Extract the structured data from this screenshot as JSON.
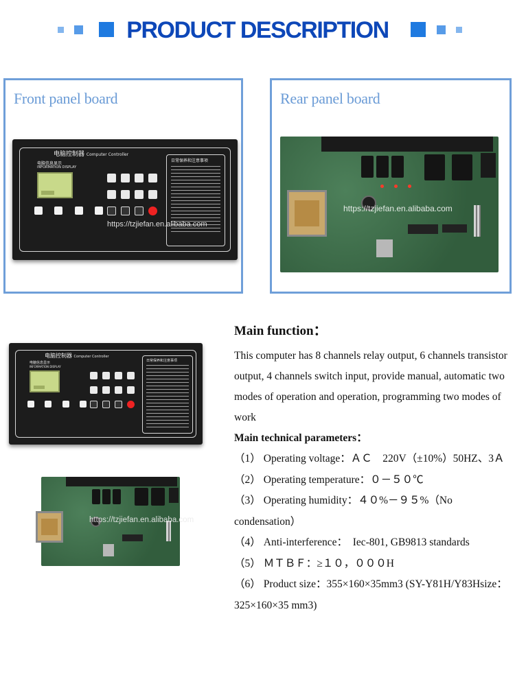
{
  "header": {
    "title": "PRODUCT DESCRIPTION",
    "accent_color": "#1f7ae0",
    "title_color": "#0d47b8"
  },
  "panels": [
    {
      "caption": "Front panel board",
      "caption_color": "#6a9bd6",
      "frame_color": "#6f9fd9"
    },
    {
      "caption": "Rear panel board",
      "caption_color": "#6a9bd6",
      "frame_color": "#6f9fd9"
    }
  ],
  "controller": {
    "title_cn": "电脑控制器",
    "title_en": "Computer Controller",
    "display_cn": "电脑信息显示",
    "display_en": "INFORMATION DISPLAY",
    "notes_title": "日常保养和注意事项"
  },
  "watermark": "https://tzjiefan.en.alibaba.com",
  "main_function": {
    "heading": "Main function：",
    "text": "This computer has 8 channels relay output, 6 channels transistor output, 4 channels switch input, provide manual, automatic two modes of operation and operation, programming two modes of work"
  },
  "technical": {
    "heading": "Main technical parameters：",
    "items": [
      {
        "num": "（1）",
        "text": "Operating voltage：ＡＣ　220V（±10%）50HZ、3Ａ"
      },
      {
        "num": "（2）",
        "text": "Operating temperature：０－５０℃"
      },
      {
        "num": "（3）",
        "text": "Operating humidity：４０%－９５%（No condensation）"
      },
      {
        "num": "（4）",
        "text": "Anti-interference：　Iec-801, GB9813 standards"
      },
      {
        "num": "（5）",
        "text": "ＭＴＢＦ：≥１０，０００H"
      },
      {
        "num": "（6）",
        "text": "Product size：355×160×35mm3 (SY-Y81H/Y83Hsize：325×160×35 mm3)"
      }
    ]
  }
}
